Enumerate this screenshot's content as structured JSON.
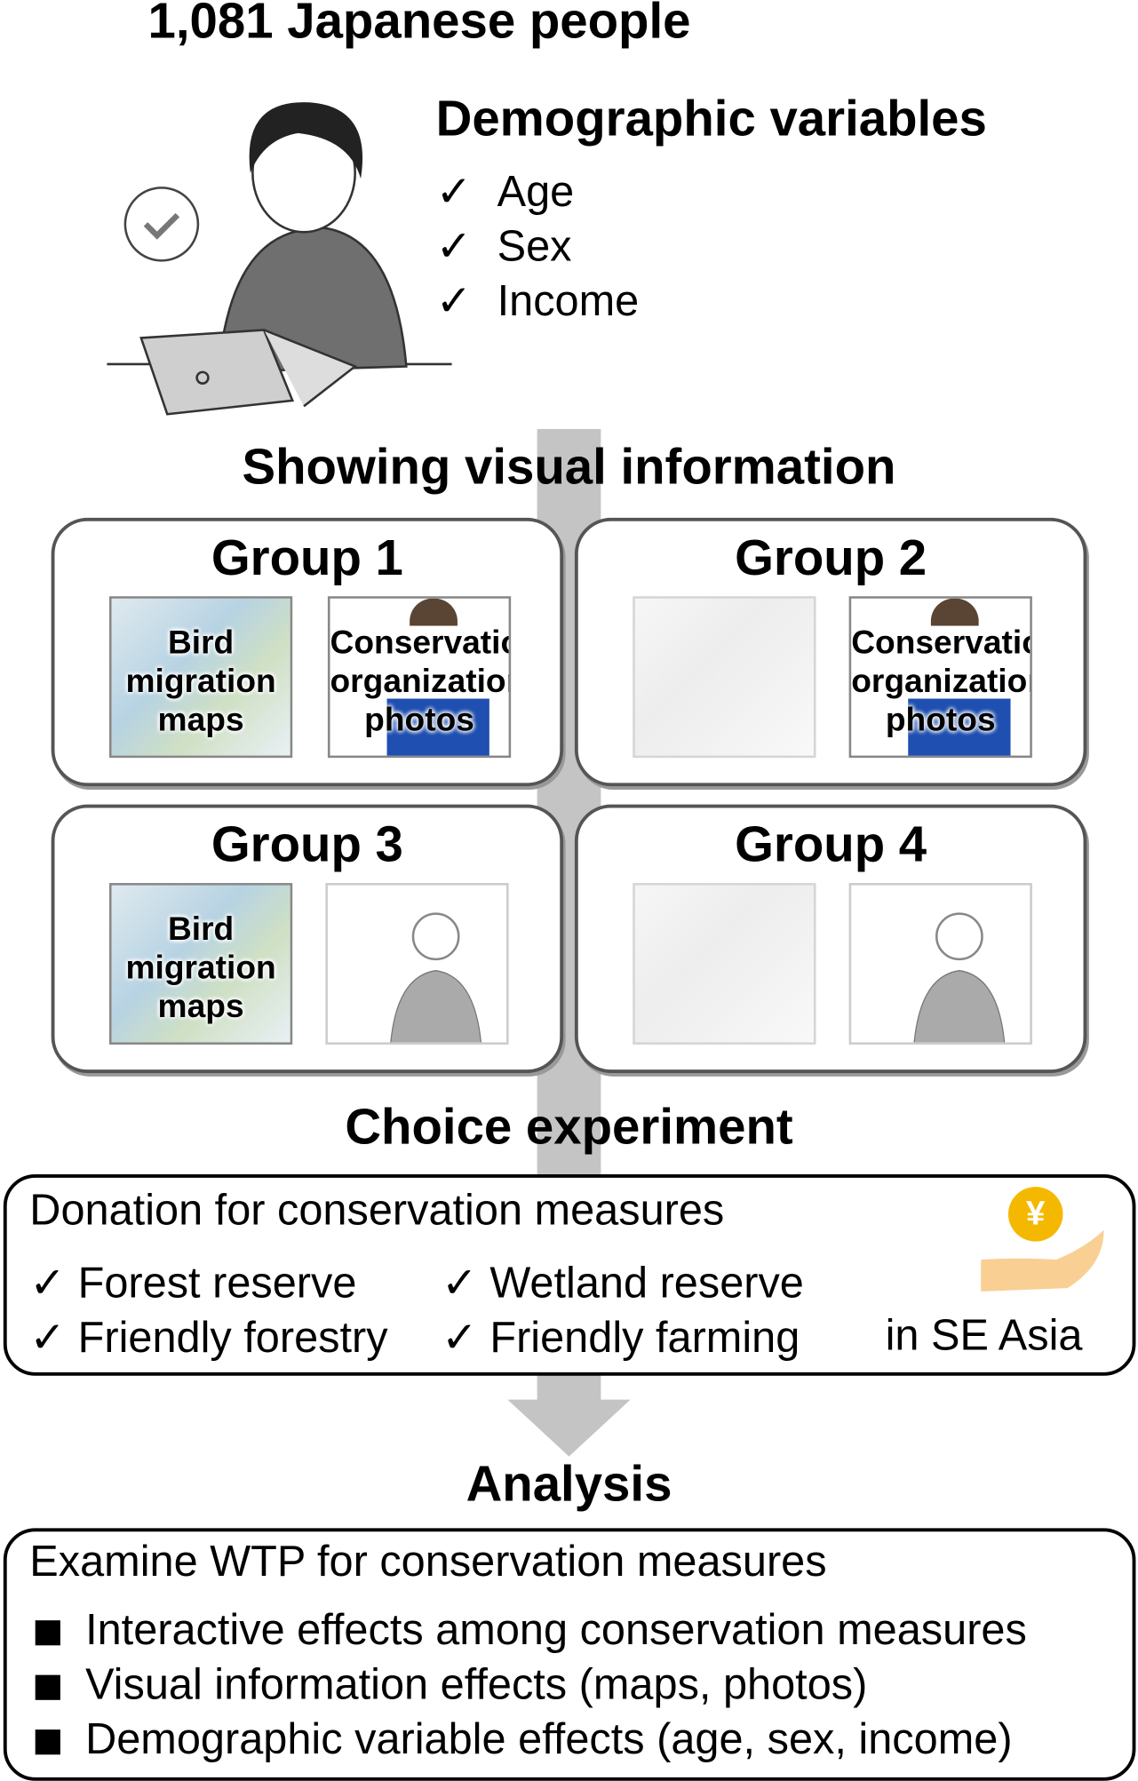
{
  "participants": {
    "title": "1,081 Japanese people"
  },
  "demographics": {
    "title": "Demographic variables",
    "check": "✓",
    "items": [
      "Age",
      "Sex",
      "Income"
    ]
  },
  "visual": {
    "title": "Showing visual information",
    "groups": [
      {
        "title": "Group 1",
        "map_label": "Bird migration maps",
        "photo_label": "Conservation organization photos"
      },
      {
        "title": "Group 2",
        "photo_label": "Conservation organization photos"
      },
      {
        "title": "Group 3",
        "map_label": "Bird migration maps"
      },
      {
        "title": "Group 4"
      }
    ]
  },
  "choice": {
    "title": "Choice experiment",
    "box_title": "Donation for conservation measures",
    "measures": [
      "Forest reserve",
      "Wetland reserve",
      "Friendly forestry",
      "Friendly farming"
    ],
    "region": "in SE Asia",
    "currency": "¥"
  },
  "analysis": {
    "title": "Analysis",
    "box_title": "Examine WTP for conservation measures",
    "items": [
      "Interactive effects among conservation measures",
      "Visual information effects (maps, photos)",
      "Demographic variable effects (age, sex, income)"
    ]
  },
  "colors": {
    "arrow": "#c4c4c4",
    "coin": "#f5b800",
    "hand": "#f9cf94",
    "shirt": "#1f4fb0"
  }
}
